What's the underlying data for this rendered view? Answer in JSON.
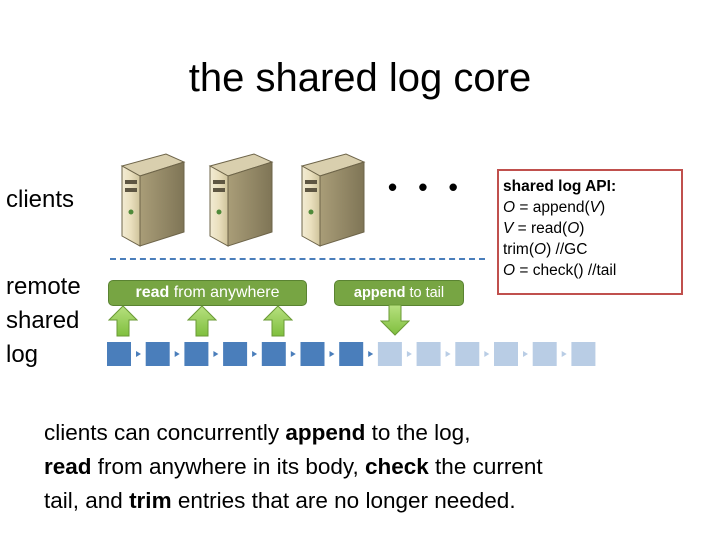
{
  "title": "the shared log core",
  "labels": {
    "clients": "clients",
    "remote": "remote",
    "shared": "shared",
    "log": "log"
  },
  "ellipsis": "• • •",
  "api": {
    "heading": "shared log API:",
    "lines": [
      {
        "lhs": "O",
        "eq": " = append(",
        "arg": "V",
        "close": ")",
        "comment": ""
      },
      {
        "lhs": "V",
        "eq": " = read(",
        "arg": "O",
        "close": ")",
        "comment": ""
      },
      {
        "lhs": "",
        "eq": "trim(",
        "arg": "O",
        "close": ")",
        "comment": " //GC"
      },
      {
        "lhs": "O",
        "eq": " = check()",
        "arg": "",
        "close": "",
        "comment": " //tail"
      }
    ]
  },
  "read_pill": {
    "bold": "read",
    "rest": " from anywhere"
  },
  "append_pill": {
    "bold": "append",
    "rest": " to tail"
  },
  "log": {
    "filled_count": 7,
    "empty_count": 6
  },
  "colors": {
    "accent_green": "#77a543",
    "arrow_green": "#9bd160",
    "log_filled": "#4a7ebb",
    "log_empty": "#b9cde5",
    "api_border": "#c0504d",
    "dashed": "#4a7ebb"
  },
  "bottom": {
    "l1_pre": "clients can concurrently ",
    "l1_b": "append",
    "l1_post": " to the log,",
    "l2_b1": "read",
    "l2_mid": " from anywhere in its body, ",
    "l2_b2": "check",
    "l2_post": " the current",
    "l3_pre": "tail, and ",
    "l3_b": "trim",
    "l3_post": " entries that are no longer needed."
  },
  "icons": [
    "server-icon",
    "arrow-up-icon",
    "arrow-down-icon"
  ]
}
